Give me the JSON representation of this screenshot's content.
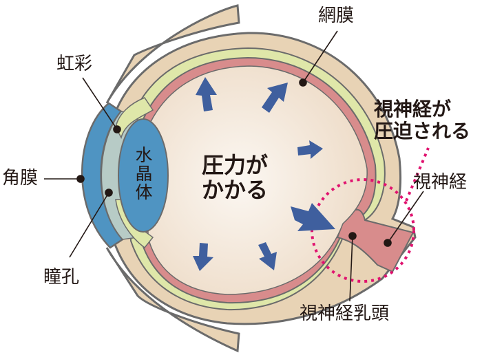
{
  "diagram": {
    "subject": "eye cross-section with intraocular pressure (glaucoma)",
    "colors": {
      "sclera": "#e8d3b5",
      "choroid": "#dfe7a9",
      "retina": "#d88c8c",
      "vitreous": "#f0e2d2",
      "vitreous_center": "#faf5ef",
      "cornea": "#4f94c2",
      "lens": "#4f94c2",
      "iris_chamber": "#b7cbc6",
      "arrow": "#3f5f9e",
      "outline": "#6b6b6b",
      "highlight_dotted": "#e0136f",
      "text": "#231815"
    },
    "labels": {
      "retina": "網膜",
      "iris": "虹彩",
      "cornea": "角膜",
      "pupil": "瞳孔",
      "lens": "水晶体",
      "pressure_line1": "圧力が",
      "pressure_line2": "かかる",
      "optic_nerve_compressed_line1": "視神経が",
      "optic_nerve_compressed_line2": "圧迫される",
      "optic_nerve": "視神経",
      "optic_disc": "視神経乳頭"
    },
    "lens_chars": [
      "水",
      "晶",
      "体"
    ],
    "arrows": [
      {
        "name": "up-left",
        "direction": "up"
      },
      {
        "name": "up-right",
        "direction": "up-right"
      },
      {
        "name": "right",
        "direction": "right"
      },
      {
        "name": "down-right-large",
        "direction": "down-right"
      },
      {
        "name": "down-left",
        "direction": "down"
      },
      {
        "name": "down-right",
        "direction": "down-right"
      }
    ]
  }
}
